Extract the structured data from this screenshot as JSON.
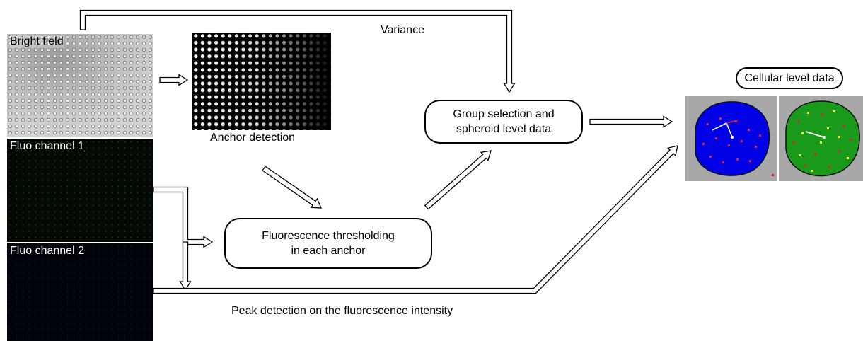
{
  "panels": {
    "bright_field": "Bright field",
    "fluo_channel_1": "Fluo channel 1",
    "fluo_channel_2": "Fluo channel 2"
  },
  "labels": {
    "anchor_detection": "Anchor detection",
    "variance": "Variance",
    "peak_detection": "Peak detection on the fluorescence intensity"
  },
  "boxes": {
    "thresholding_line1": "Fluorescence thresholding",
    "thresholding_line2": "in each anchor",
    "group_line1": "Group selection and",
    "group_line2": "spheroid level data",
    "cellular": "Cellular level data"
  },
  "colors": {
    "arrow_stroke": "#000000",
    "spheroid_blue": "#0000e6",
    "spheroid_green": "#1a9a1a",
    "marker_red": "#e0202a",
    "marker_yellow": "#ffff33"
  }
}
